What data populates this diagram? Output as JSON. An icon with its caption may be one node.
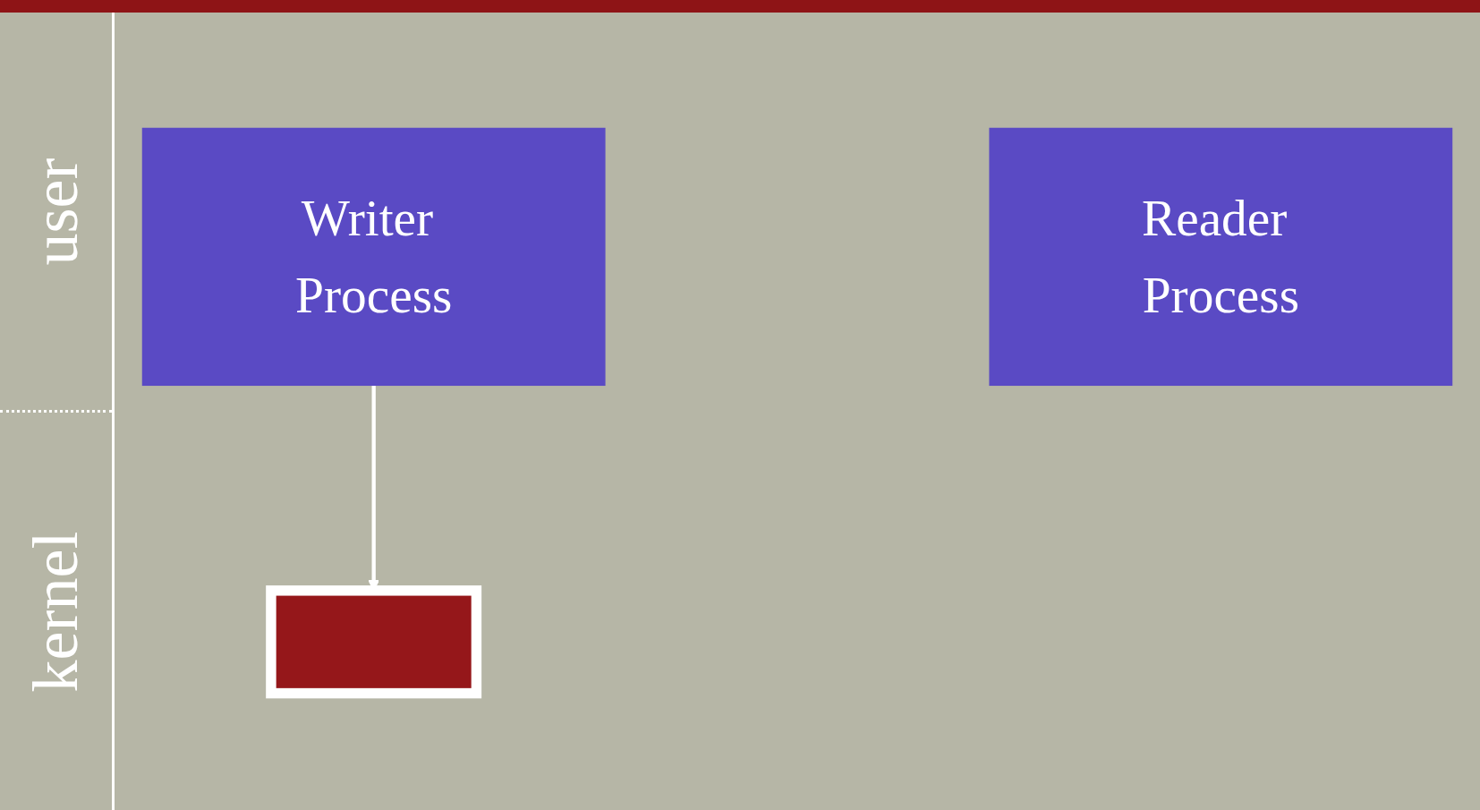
{
  "diagram": {
    "nodes": [
      {
        "text": [
          "Writer Process"
        ]
      },
      {
        "text": [
          "Reader Process"
        ]
      },
      {
        "text": [],
        "shape": "box"
      }
    ],
    "edges": [
      {
        "from": 0,
        "to": 2,
        "arrow": "to"
      }
    ],
    "labels": [
      "user",
      "kernel"
    ]
  }
}
